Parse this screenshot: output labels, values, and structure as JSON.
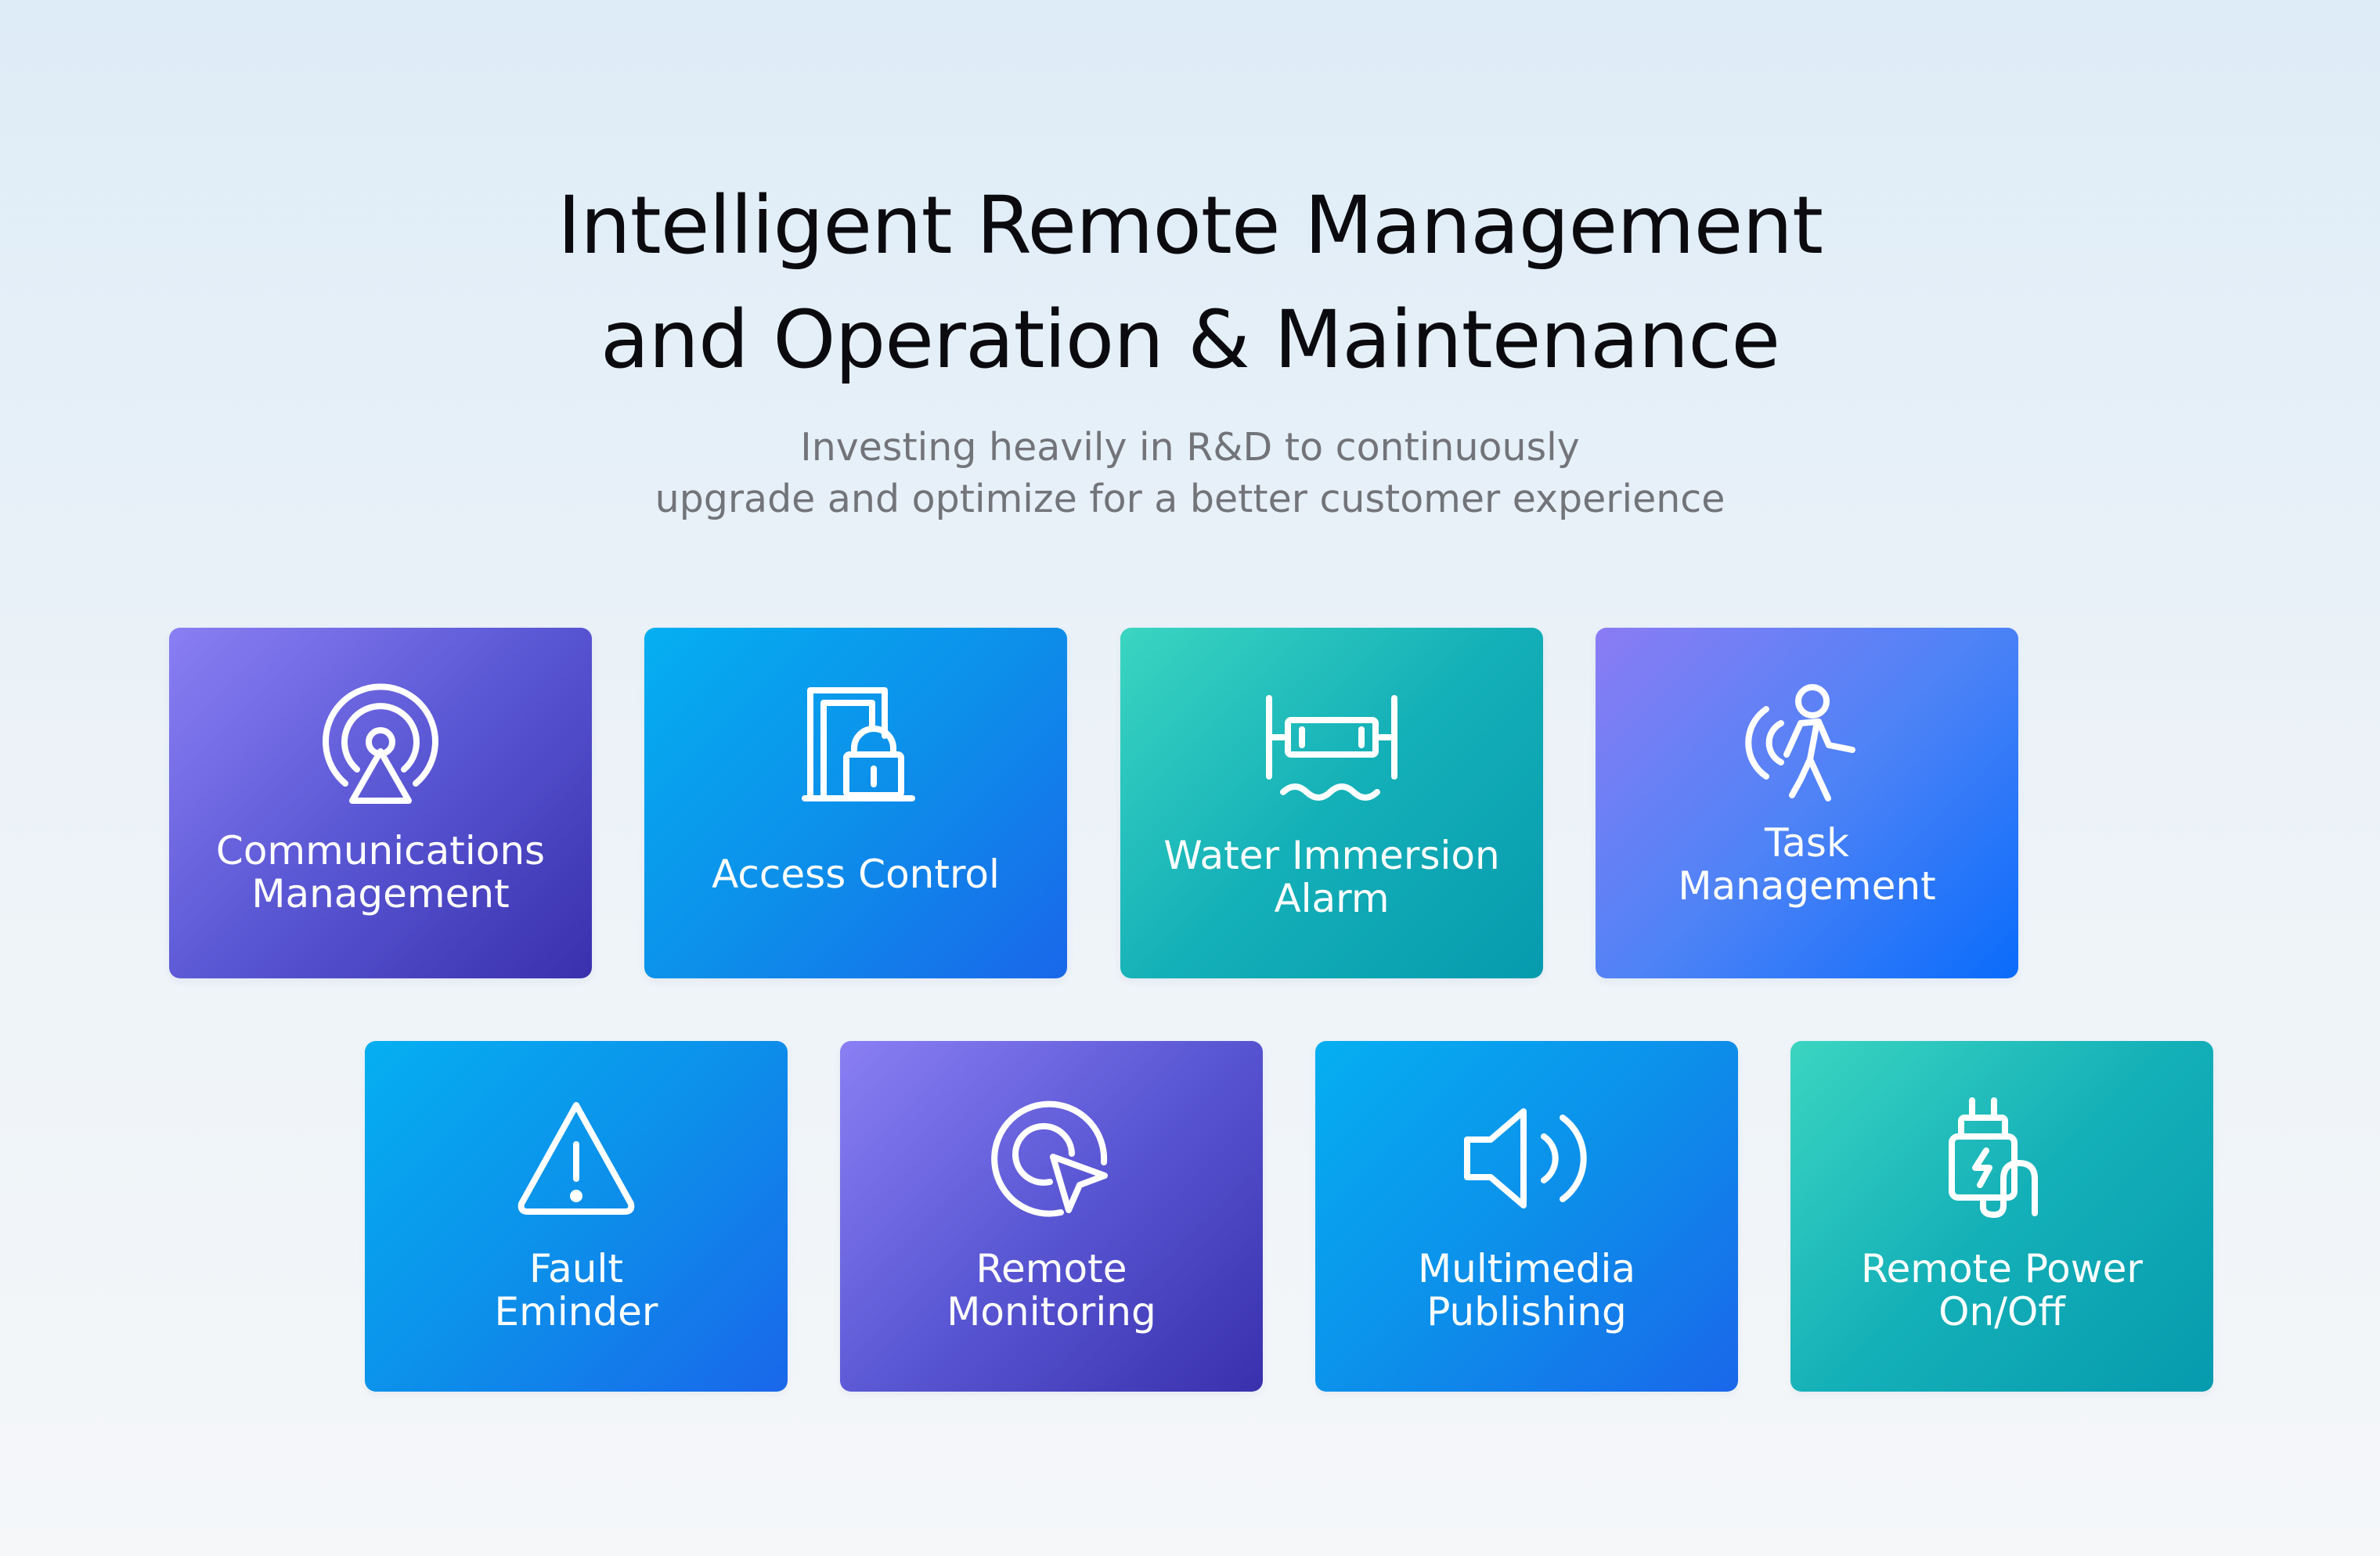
{
  "header": {
    "title_line1": "Intelligent Remote Management",
    "title_line2": "and Operation & Maintenance",
    "subtitle_line1": "Investing heavily in R&D to continuously",
    "subtitle_line2": "upgrade and optimize for a better customer experience"
  },
  "cards": [
    {
      "lines": [
        "Communications",
        "Management"
      ],
      "icon": "broadcast-tower-icon",
      "style": "purple"
    },
    {
      "lines": [
        "Access Control"
      ],
      "icon": "door-lock-icon",
      "style": "blue"
    },
    {
      "lines": [
        "Water Immersion",
        "Alarm"
      ],
      "icon": "water-sensor-icon",
      "style": "teal"
    },
    {
      "lines": [
        "Task",
        "Management"
      ],
      "icon": "walking-person-icon",
      "style": "violet-blue"
    },
    {
      "lines": [
        "Fault",
        "Eminder"
      ],
      "icon": "warning-triangle-icon",
      "style": "blue"
    },
    {
      "lines": [
        "Remote",
        "Monitoring"
      ],
      "icon": "target-cursor-icon",
      "style": "purple"
    },
    {
      "lines": [
        "Multimedia",
        "Publishing"
      ],
      "icon": "speaker-icon",
      "style": "blue"
    },
    {
      "lines": [
        "Remote Power",
        "On/Off"
      ],
      "icon": "power-plug-icon",
      "style": "teal"
    }
  ],
  "colors": {
    "purple_start": "#8a7ff3",
    "purple_end": "#3930ad",
    "blue_start": "#05aff1",
    "blue_end": "#1a67ea",
    "teal_start": "#3bd5c1",
    "teal_end": "#069aae",
    "violet_blue_end": "#0a6cfb",
    "title_text": "#0b0b0f",
    "subtitle_text": "#727479"
  }
}
